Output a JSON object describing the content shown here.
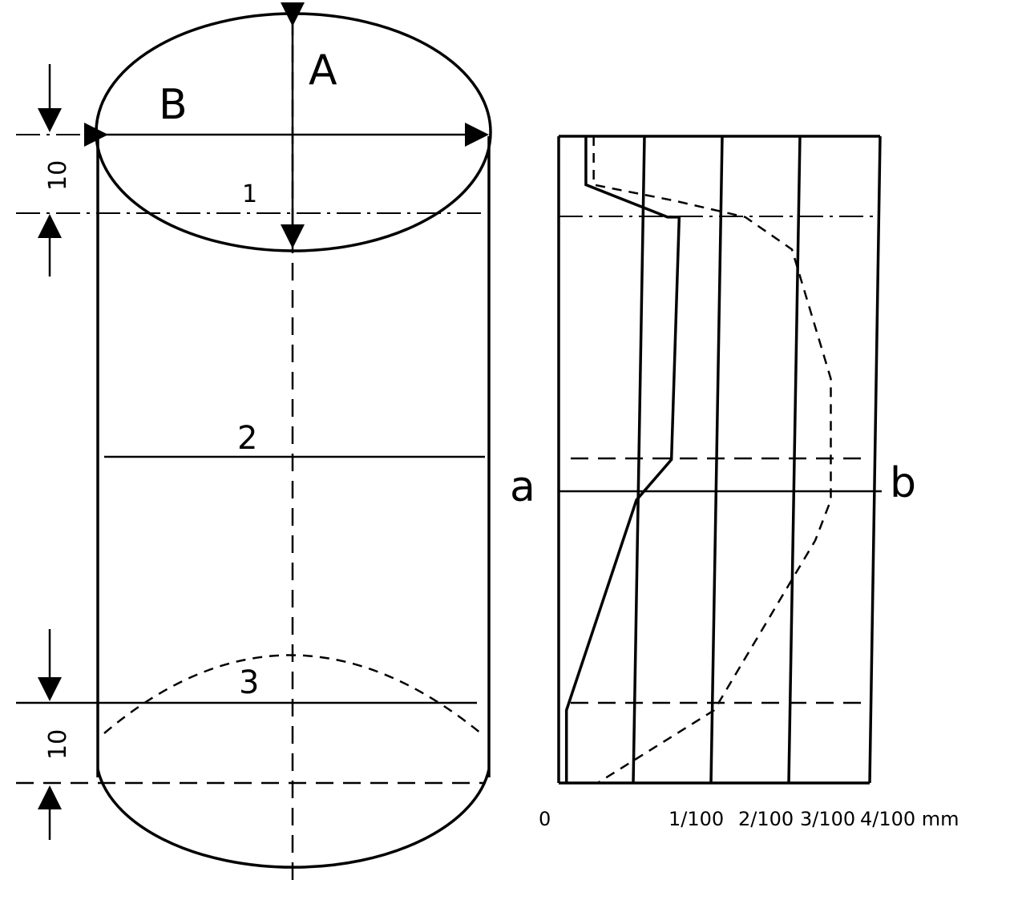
{
  "labels": {
    "a_dim": "A",
    "b_dim": "B",
    "section1": "1",
    "section2": "2",
    "section3": "3",
    "top_gap": "10",
    "bottom_gap": "10",
    "line_a": "a",
    "line_b": "b"
  },
  "chart_data": {
    "type": "line",
    "x_ticks": [
      "0",
      "1/100",
      "2/100",
      "3/100",
      "4/100 mm"
    ],
    "xlim": [
      0,
      4
    ],
    "x_unit": "mm",
    "series": [
      {
        "style": "solid",
        "label": "a",
        "points": [
          [
            0.35,
            0
          ],
          [
            0.35,
            0.6
          ],
          [
            1.4,
            1.0
          ],
          [
            1.55,
            1.0
          ],
          [
            1.45,
            4.0
          ],
          [
            1.0,
            4.5
          ],
          [
            0.1,
            7.1
          ],
          [
            0.1,
            8.0
          ]
        ]
      },
      {
        "style": "dashed",
        "label": "b",
        "points": [
          [
            0.45,
            0
          ],
          [
            0.45,
            0.6
          ],
          [
            1.5,
            0.8
          ],
          [
            2.4,
            1.0
          ],
          [
            3.0,
            1.4
          ],
          [
            3.5,
            3.0
          ],
          [
            3.5,
            4.5
          ],
          [
            3.3,
            5.0
          ],
          [
            2.0,
            7.1
          ],
          [
            0.5,
            8.0
          ]
        ]
      }
    ]
  }
}
